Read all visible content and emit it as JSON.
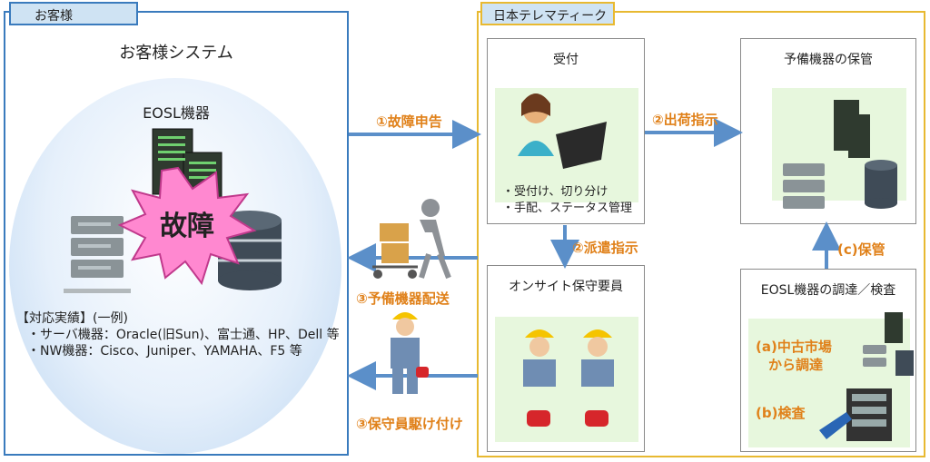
{
  "customer": {
    "tab_label": "お客様",
    "system_title": "お客様システム",
    "eosl_label": "EOSL機器",
    "fault_label": "故障",
    "track_record": {
      "line1": "【対応実績】(一例)",
      "line2": "・サーバ機器：Oracle(旧Sun)、富士通、HP、Dell 等",
      "line3": "・NW機器：Cisco、Juniper、YAMAHA、F5 等"
    }
  },
  "company": {
    "tab_label": "日本テレマティーク",
    "reception": {
      "title": "受付",
      "bullet1": "・受付け、切り分け",
      "bullet2": "・手配、ステータス管理"
    },
    "storage": {
      "title": "予備機器の保管"
    },
    "onsite": {
      "title": "オンサイト保守要員"
    },
    "procurement": {
      "title": "EOSL機器の調達／検査",
      "step_a_line1": "(a)中古市場",
      "step_a_line2": "から調達",
      "step_b": "(b)検査"
    }
  },
  "flows": {
    "fault_report": "①故障申告",
    "ship_instruction": "②出荷指示",
    "dispatch_instruction": "②派遣指示",
    "spare_delivery": "③予備機器配送",
    "engineer_rush": "③保守員駆け付け",
    "storage_step": "(c)保管"
  },
  "colors": {
    "customer_border": "#3a7bbd",
    "company_border": "#e8b931",
    "tab_fill": "#cfe3f3",
    "arrow": "#5b8fc9",
    "label_orange": "#e0811a",
    "green_fill": "#e7f7dd",
    "fault_burst": "#ff88d0"
  }
}
